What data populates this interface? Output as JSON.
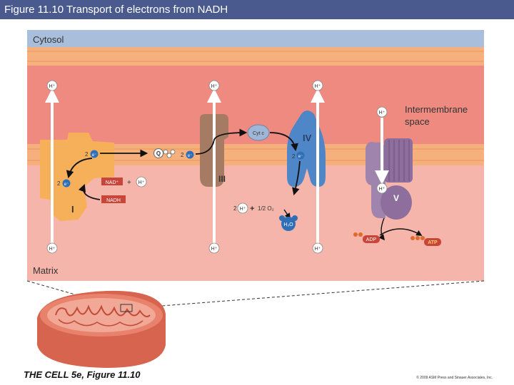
{
  "header": {
    "title": "Figure 11.10 Transport of electrons from NADH"
  },
  "regions": {
    "cytosol": "Cytosol",
    "intermembrane_line1": "Intermembrane",
    "intermembrane_line2": "space",
    "matrix": "Matrix"
  },
  "complexes": {
    "i": "I",
    "iii": "III",
    "iv": "IV",
    "v": "V"
  },
  "molecules": {
    "hplus": "H⁺",
    "electron": "e⁻",
    "two": "2",
    "nad_plus": "NAD⁺",
    "plus": "+",
    "nadh": "NADH",
    "q": "Q",
    "cyt_c": "Cyt c",
    "two_e": "2",
    "half_o2": "1/2 O₂",
    "h2o": "H₂O",
    "adp": "ADP",
    "atp": "ATP"
  },
  "footer": {
    "credit": "THE CELL 5e, Figure 11.10",
    "copyright": "© 2009 ASM Press and Sinauer Associates, Inc."
  },
  "colors": {
    "title_bar": "#4a5a8e",
    "cytosol": "#a8bedb",
    "intermembrane": "#ee8a80",
    "membrane": "#f6b07e",
    "matrix": "#f6b5ab",
    "complex_i": "#f6b05a",
    "complex_iii": "#a67b64",
    "complex_iv": "#4e86c8",
    "complex_v": "#8e6e9c",
    "carrier_red": "#c8453a"
  }
}
